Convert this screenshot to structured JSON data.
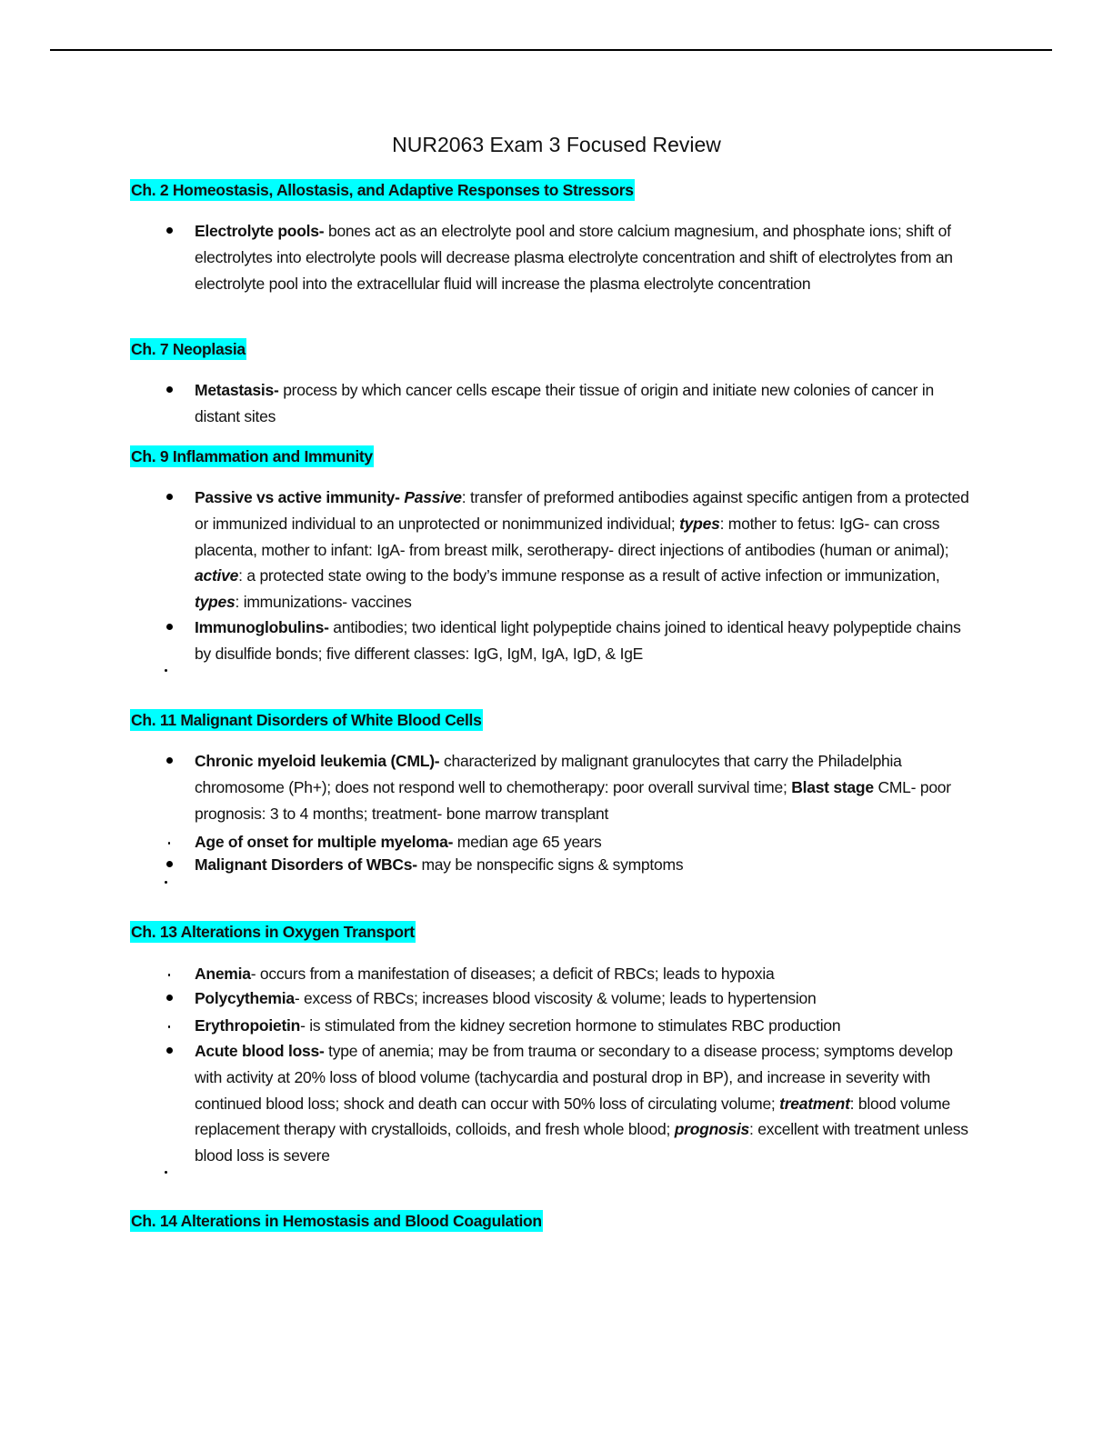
{
  "title": "NUR2063 Exam 3 Focused Review",
  "colors": {
    "highlight": "#00FFFF"
  },
  "sections": [
    {
      "heading": "Ch. 2 Homeostasis, Allostasis, and Adaptive Responses to Stressors",
      "items": [
        {
          "bullet": "big",
          "segments": [
            {
              "t": "Electrolyte pools-",
              "s": "b"
            },
            {
              "t": " bones act as an electrolyte pool and store calcium magnesium, and phosphate ions; shift of electrolytes into electrolyte pools will decrease plasma electrolyte concentration and shift of electrolytes from an electrolyte pool into the extracellular fluid will increase the plasma electrolyte concentration",
              "s": ""
            }
          ]
        }
      ]
    },
    {
      "heading": "Ch. 7 Neoplasia",
      "items": [
        {
          "bullet": "big",
          "segments": [
            {
              "t": "Metastasis-",
              "s": "b"
            },
            {
              "t": " process by which cancer cells escape their tissue of origin and initiate new colonies of cancer in distant sites",
              "s": ""
            }
          ]
        }
      ]
    },
    {
      "heading": "Ch. 9 Inflammation and Immunity",
      "items": [
        {
          "bullet": "big",
          "segments": [
            {
              "t": "Passive vs active immunity- ",
              "s": "b"
            },
            {
              "t": "Passive",
              "s": "bi"
            },
            {
              "t": ": transfer of preformed antibodies against specific antigen from a protected or immunized individual to an unprotected or nonimmunized individual; ",
              "s": ""
            },
            {
              "t": "types",
              "s": "bi"
            },
            {
              "t": ": mother to fetus: IgG- can cross placenta, mother to infant: IgA- from breast milk, serotherapy- direct injections of antibodies (human or animal); ",
              "s": ""
            },
            {
              "t": "active",
              "s": "bi"
            },
            {
              "t": ": a protected state owing to the body’s immune response as a result of active infection or immunization, ",
              "s": ""
            },
            {
              "t": "types",
              "s": "bi"
            },
            {
              "t": ": immunizations- vaccines",
              "s": ""
            }
          ]
        },
        {
          "bullet": "big",
          "segments": [
            {
              "t": "Immunoglobulins-",
              "s": "b"
            },
            {
              "t": " antibodies; two identical light polypeptide chains joined to identical heavy polypeptide chains by disulfide bonds; five different classes: IgG, IgM, IgA, IgD, & IgE",
              "s": ""
            }
          ]
        }
      ]
    },
    {
      "heading": "Ch. 11 Malignant Disorders of White Blood Cells",
      "items": [
        {
          "bullet": "big",
          "segments": [
            {
              "t": "Chronic myeloid leukemia (CML)-",
              "s": "b"
            },
            {
              "t": " characterized by malignant granulocytes that carry the Philadelphia chromosome (Ph+); does not respond well to chemotherapy: poor overall survival time; ",
              "s": ""
            },
            {
              "t": "Blast stage",
              "s": "b"
            },
            {
              "t": " CML- poor prognosis: 3 to 4 months; treatment- bone marrow transplant",
              "s": ""
            }
          ]
        },
        {
          "bullet": "small",
          "segments": [
            {
              "t": "Age of onset for multiple myeloma-",
              "s": "b"
            },
            {
              "t": " median age 65 years",
              "s": ""
            }
          ]
        },
        {
          "bullet": "big",
          "segments": [
            {
              "t": "Malignant Disorders of WBCs-",
              "s": "b"
            },
            {
              "t": " may be nonspecific signs & symptoms",
              "s": ""
            }
          ]
        }
      ]
    },
    {
      "heading": "Ch. 13 Alterations in Oxygen Transport",
      "items": [
        {
          "bullet": "small",
          "segments": [
            {
              "t": "Anemia",
              "s": "b"
            },
            {
              "t": "- occurs from a manifestation of diseases; a deficit of RBCs; leads to hypoxia",
              "s": ""
            }
          ]
        },
        {
          "bullet": "big",
          "segments": [
            {
              "t": "Polycythemia",
              "s": "b"
            },
            {
              "t": "- excess of RBCs; increases blood viscosity & volume; leads to hypertension",
              "s": ""
            }
          ]
        },
        {
          "bullet": "small",
          "segments": [
            {
              "t": "Erythropoietin",
              "s": "b"
            },
            {
              "t": "- is stimulated from the kidney secretion hormone to stimulates RBC production",
              "s": ""
            }
          ]
        },
        {
          "bullet": "big",
          "segments": [
            {
              "t": "Acute blood loss-",
              "s": "b"
            },
            {
              "t": " type of anemia; may be from trauma or secondary to a disease process; symptoms develop with activity at 20% loss of blood volume (tachycardia and postural drop in BP), and increase in severity with continued blood loss; shock and death can occur with 50% loss of circulating volume; ",
              "s": ""
            },
            {
              "t": "treatment",
              "s": "bi"
            },
            {
              "t": ": blood volume replacement therapy with crystalloids, colloids, and fresh whole blood; ",
              "s": ""
            },
            {
              "t": "prognosis",
              "s": "bi"
            },
            {
              "t": ": excellent with treatment unless blood loss is severe",
              "s": ""
            }
          ]
        }
      ]
    },
    {
      "heading": "Ch. 14 Alterations in Hemostasis and Blood Coagulation",
      "items": []
    }
  ]
}
